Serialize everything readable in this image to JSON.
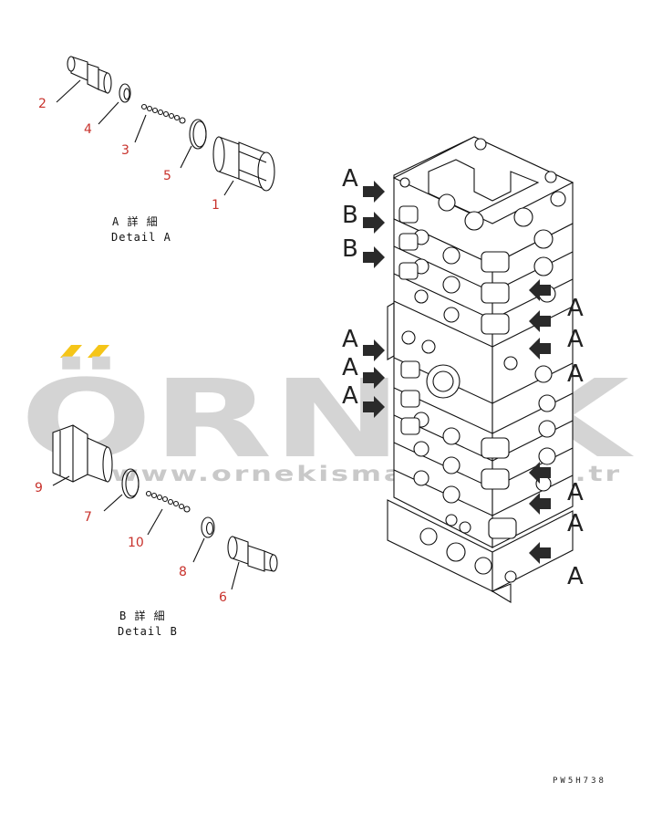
{
  "watermark": {
    "logo_text": "ÖRNEK",
    "url": "www.ornekismakina.com.tr",
    "accent_color": "#f5c518"
  },
  "detail_a": {
    "title": "A 詳 細",
    "subtitle": "Detail A"
  },
  "detail_b": {
    "title": "B 詳 細",
    "subtitle": "Detail B"
  },
  "callouts": [
    "1",
    "2",
    "3",
    "4",
    "5",
    "6",
    "7",
    "8",
    "9",
    "10"
  ],
  "view_letters": {
    "left": [
      "A",
      "B",
      "B",
      "A",
      "A",
      "A"
    ],
    "right": [
      "A",
      "A",
      "A",
      "A",
      "A",
      "A"
    ]
  },
  "drawing_code": "PW5H738",
  "colors": {
    "callout": "#c8322c",
    "line": "#111111"
  }
}
